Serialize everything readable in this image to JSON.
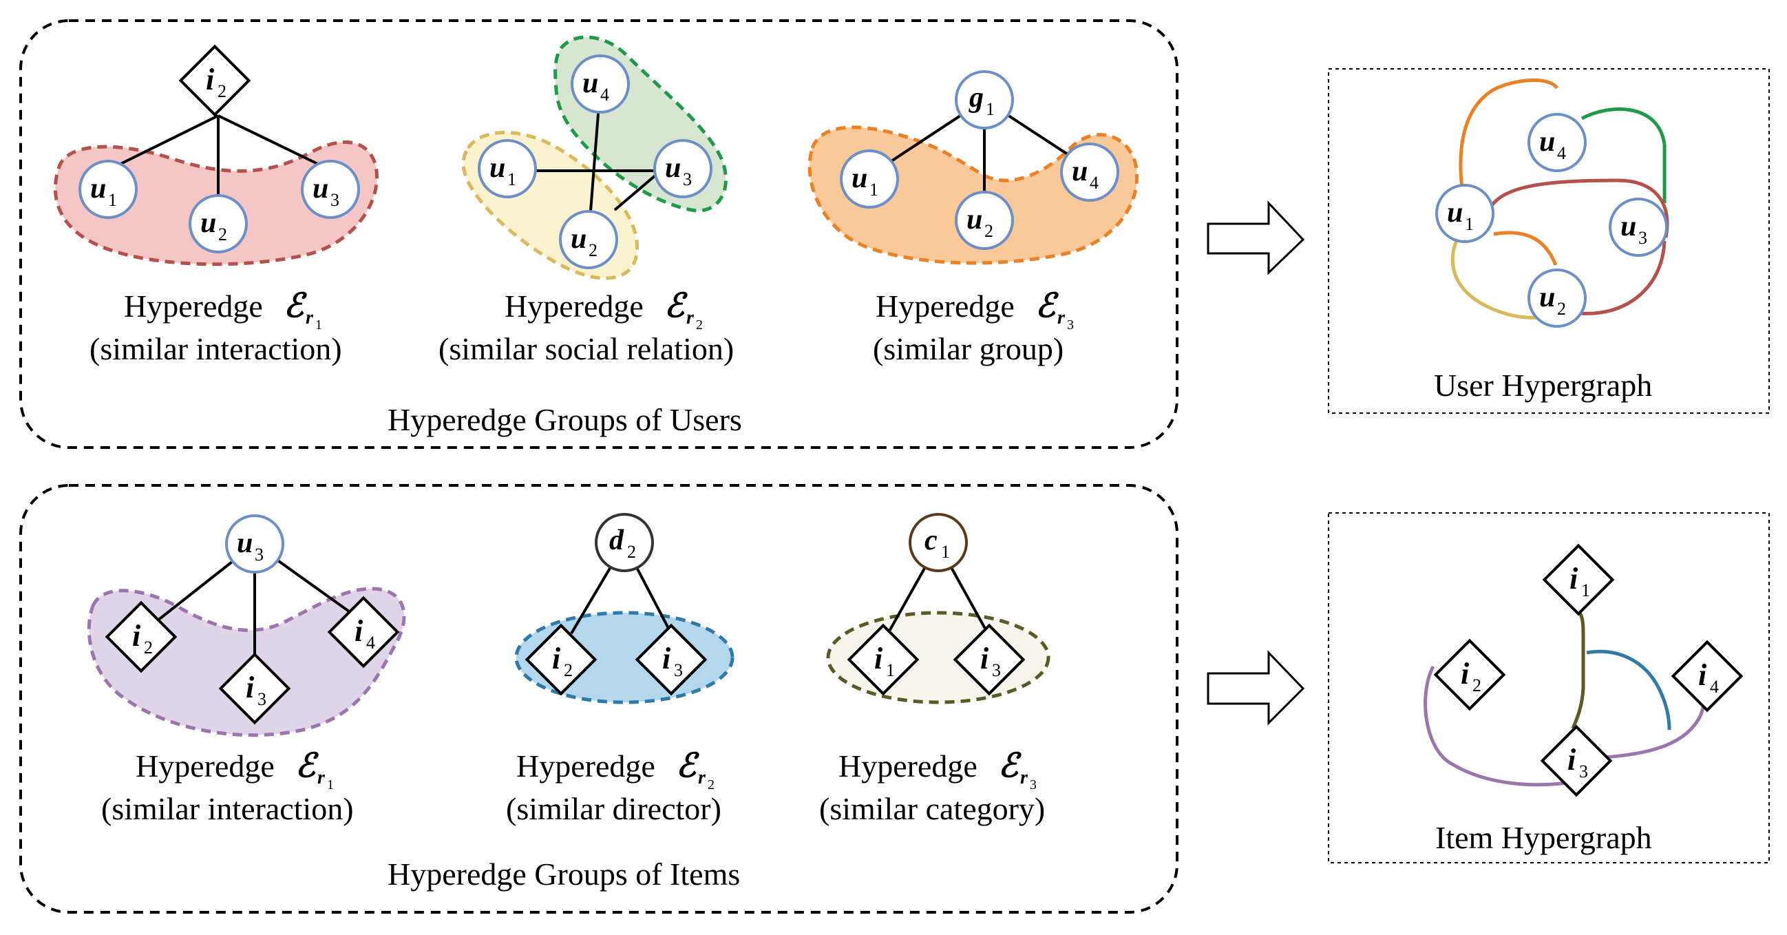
{
  "users": {
    "group_title": "Hyperedge Groups of Users",
    "edges": [
      {
        "line1": "Hyperedge",
        "sym": "ℰ",
        "sub": "r",
        "subsub": "1",
        "desc": "(similar interaction)"
      },
      {
        "line1": "Hyperedge",
        "sym": "ℰ",
        "sub": "r",
        "subsub": "2",
        "desc": "(similar social relation)"
      },
      {
        "line1": "Hyperedge",
        "sym": "ℰ",
        "sub": "r",
        "subsub": "3",
        "desc": "(similar group)"
      }
    ],
    "hypergraph_title": "User Hypergraph"
  },
  "items": {
    "group_title": "Hyperedge Groups of Items",
    "edges": [
      {
        "line1": "Hyperedge",
        "sym": "ℰ",
        "sub": "r",
        "subsub": "1",
        "desc": "(similar interaction)"
      },
      {
        "line1": "Hyperedge",
        "sym": "ℰ",
        "sub": "r",
        "subsub": "2",
        "desc": "(similar director)"
      },
      {
        "line1": "Hyperedge",
        "sym": "ℰ",
        "sub": "r",
        "subsub": "3",
        "desc": "(similar category)"
      }
    ],
    "hypergraph_title": "Item Hypergraph"
  },
  "node_labels": {
    "u": "u",
    "i": "i",
    "g": "g",
    "d": "d",
    "c": "c",
    "n1": "1",
    "n2": "2",
    "n3": "3",
    "n4": "4"
  },
  "colors": {
    "red_fill": "#f4c7c6",
    "red_stroke": "#b5514d",
    "yellow_fill": "#fbf3cf",
    "yellow_stroke": "#d9b95b",
    "green_fill": "#d6e6d1",
    "green_stroke": "#1e9a49",
    "orange_fill": "#f9c99a",
    "orange_stroke": "#ea8125",
    "purple_fill": "#e0d4e8",
    "purple_stroke": "#9a76ac",
    "blue_fill": "#b3d8ee",
    "blue_stroke": "#2f7aa8",
    "olive_fill": "#f7f6ec",
    "olive_stroke": "#5b5a26",
    "node_stroke": "#6b8fc6"
  }
}
